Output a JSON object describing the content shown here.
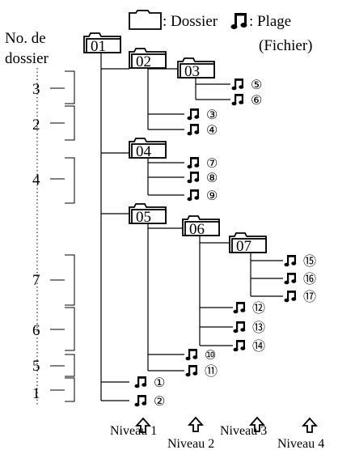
{
  "legend": {
    "folder_label": ": Dossier",
    "track_label": ": Plage",
    "file_label": "(Fichier)",
    "folder_icon": "folder-icon",
    "track_icon": "music-note-icon"
  },
  "axis": {
    "title_line1": "No. de",
    "title_line2": "dossier",
    "numbers": [
      "3",
      "2",
      "4",
      "7",
      "6",
      "5",
      "1"
    ]
  },
  "folders": [
    {
      "id": "folder-01",
      "label": "01",
      "level": 1
    },
    {
      "id": "folder-02",
      "label": "02",
      "level": 2
    },
    {
      "id": "folder-03",
      "label": "03",
      "level": 3
    },
    {
      "id": "folder-04",
      "label": "04",
      "level": 2
    },
    {
      "id": "folder-05",
      "label": "05",
      "level": 2
    },
    {
      "id": "folder-06",
      "label": "06",
      "level": 3
    },
    {
      "id": "folder-07",
      "label": "07",
      "level": 4
    }
  ],
  "tracks": [
    {
      "number": "⑤",
      "folder": "03"
    },
    {
      "number": "⑥",
      "folder": "03"
    },
    {
      "number": "③",
      "folder": "02"
    },
    {
      "number": "④",
      "folder": "02"
    },
    {
      "number": "⑦",
      "folder": "04"
    },
    {
      "number": "⑧",
      "folder": "04"
    },
    {
      "number": "⑨",
      "folder": "04"
    },
    {
      "number": "⑮",
      "folder": "07"
    },
    {
      "number": "⑯",
      "folder": "07"
    },
    {
      "number": "⑰",
      "folder": "07"
    },
    {
      "number": "⑫",
      "folder": "06"
    },
    {
      "number": "⑬",
      "folder": "06"
    },
    {
      "number": "⑭",
      "folder": "06"
    },
    {
      "number": "⑩",
      "folder": "05"
    },
    {
      "number": "⑪",
      "folder": "05"
    },
    {
      "number": "①",
      "folder": "01"
    },
    {
      "number": "②",
      "folder": "01"
    }
  ],
  "levels": [
    "Niveau 1",
    "Niveau 2",
    "Niveau 3",
    "Niveau 4"
  ],
  "colors": {
    "ink": "#000000",
    "background": "#ffffff"
  }
}
